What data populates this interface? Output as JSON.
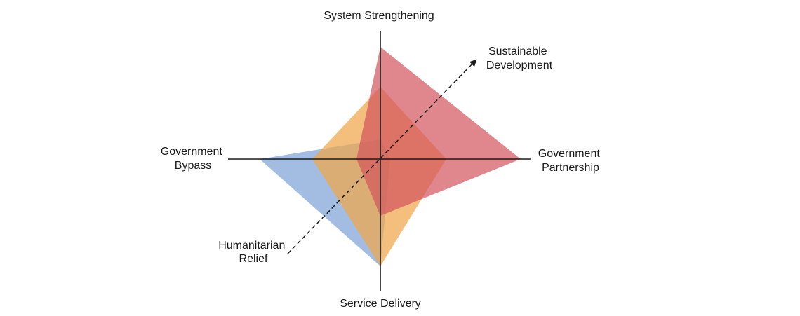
{
  "labels": {
    "system_strengthening": "System Strengthening",
    "service_delivery": "Service Delivery",
    "government_bypass": [
      "Government",
      "Bypass"
    ],
    "government_partnership": [
      "Government",
      "Partnership"
    ],
    "sustainable_development": [
      "Sustainable",
      "Development"
    ],
    "humanitarian_relief": [
      "Humanitarian",
      "Relief"
    ]
  },
  "colors": {
    "axis": "#1a1a1a",
    "red_shape": "#d3525d",
    "blue_shape": "#7ea3d6",
    "orange_shape": "#f0a64a"
  }
}
